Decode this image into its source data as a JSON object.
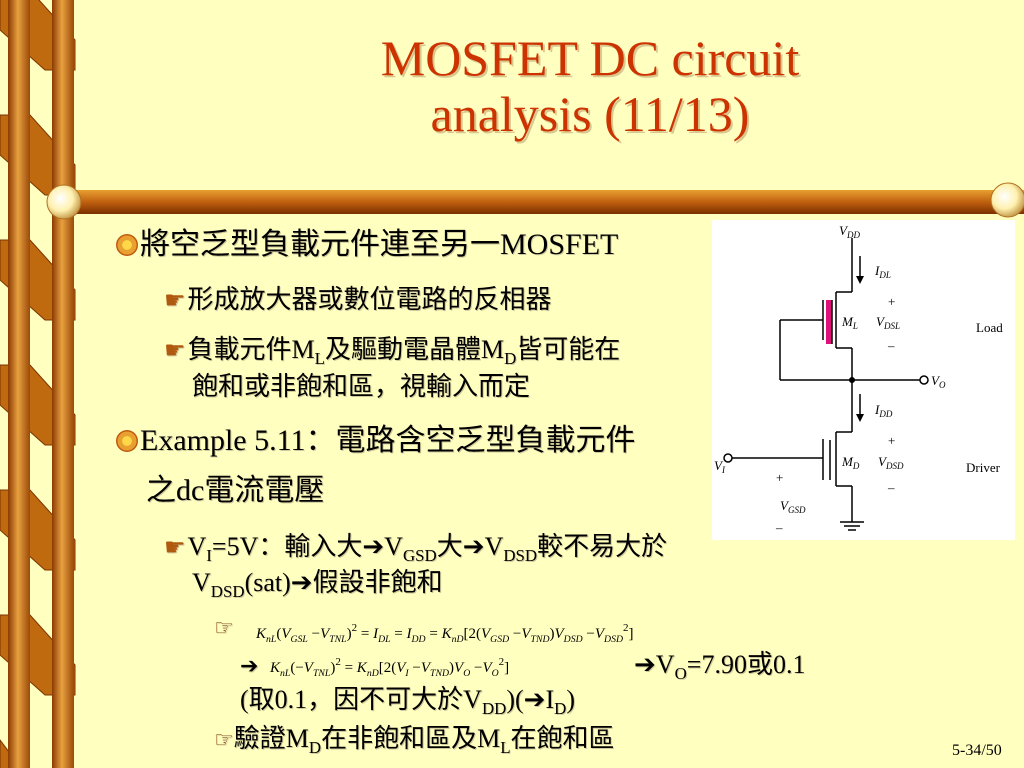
{
  "title": {
    "line1": "MOSFET DC circuit",
    "line2": "analysis (11/13)"
  },
  "bullets": {
    "b1": "將空乏型負載元件連至另一MOSFET",
    "b1_1": "形成放大器或數位電路的反相器",
    "b1_2_pre": "負載元件M",
    "b1_2_sub1": "L",
    "b1_2_mid": "及驅動電晶體M",
    "b1_2_sub2": "D",
    "b1_2_post": "皆可能在",
    "b1_2_line2": "飽和或非飽和區，視輸入而定",
    "b2_line1": "Example 5.11：電路含空乏型負載元件",
    "b2_line2": "之dc電流電壓",
    "b2_1_a": "V",
    "b2_1_a_sub": "I",
    "b2_1_b": "=5V：輸入大",
    "b2_1_c": "V",
    "b2_1_c_sub": "GSD",
    "b2_1_d": "大",
    "b2_1_e": "V",
    "b2_1_e_sub": "DSD",
    "b2_1_f": "較不易大於",
    "b2_1_g": "V",
    "b2_1_g_sub": "DSD",
    "b2_1_h": "(sat)",
    "b2_1_i": "假設非飽和",
    "result_a": "V",
    "result_a_sub": "O",
    "result_b": "=7.90或0.1",
    "note_a": "(取0.1，因不可大於V",
    "note_a_sub": "DD",
    "note_b": ")(",
    "note_c": "I",
    "note_c_sub": "D",
    "note_d": ")",
    "verify_a": "驗證M",
    "verify_a_sub": "D",
    "verify_b": "在非飽和區及M",
    "verify_b_sub": "L",
    "verify_c": "在飽和區"
  },
  "circuit": {
    "vdd": "V",
    "vdd_sub": "DD",
    "idl": "I",
    "idl_sub": "DL",
    "ml": "M",
    "ml_sub": "L",
    "vdsl": "V",
    "vdsl_sub": "DSL",
    "load": "Load",
    "vo": "V",
    "vo_sub": "O",
    "idd": "I",
    "idd_sub": "DD",
    "md": "M",
    "md_sub": "D",
    "vdsd": "V",
    "vdsd_sub": "DSD",
    "vi": "V",
    "vi_sub": "I",
    "vgsd": "V",
    "vgsd_sub": "GSD",
    "driver": "Driver",
    "plus": "+",
    "minus": "–"
  },
  "page_number": "5-34/50",
  "colors": {
    "background": "#FFFFC0",
    "title": "#CC3300",
    "bar": "#C8780A",
    "bead": "#FFF5C8"
  },
  "icons": [
    "flower-bullet-icon",
    "pointing-hand-icon",
    "pointing-hand-outline-icon",
    "right-arrow-icon"
  ]
}
